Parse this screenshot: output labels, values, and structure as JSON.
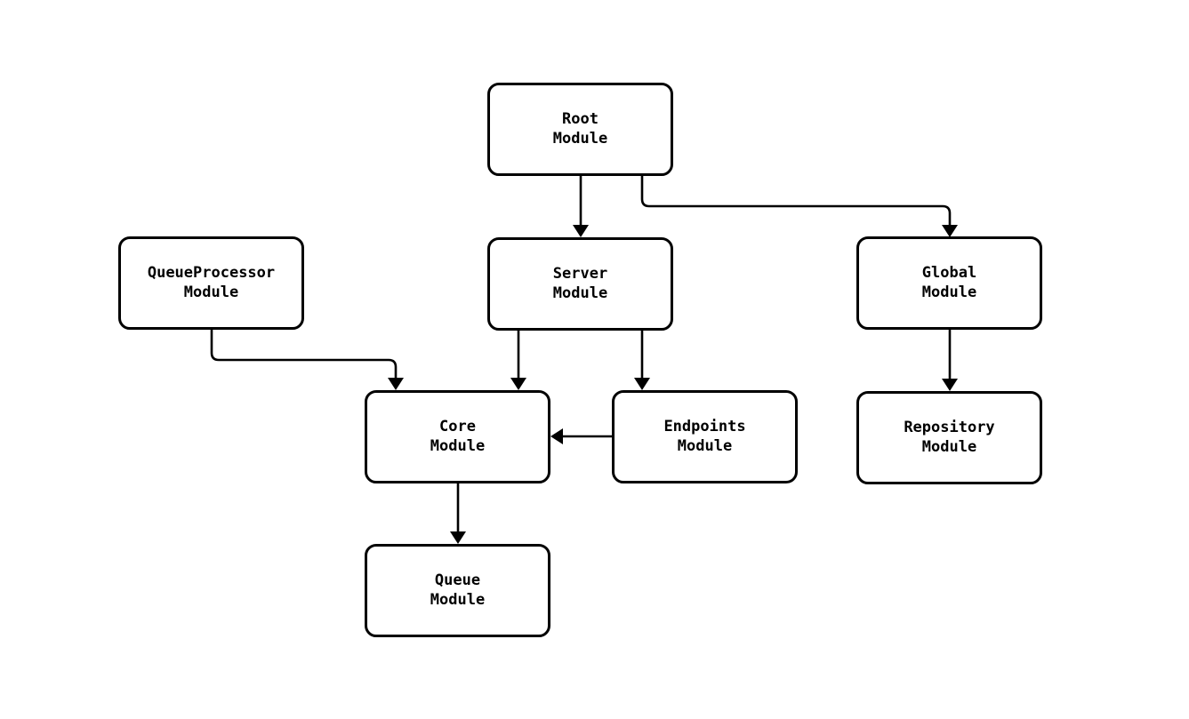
{
  "diagram": {
    "type": "flowchart-module-dependency",
    "nodes": [
      {
        "id": "root",
        "line1": "Root",
        "line2": "Module"
      },
      {
        "id": "queueprocessor",
        "line1": "QueueProcessor",
        "line2": "Module"
      },
      {
        "id": "server",
        "line1": "Server",
        "line2": "Module"
      },
      {
        "id": "global",
        "line1": "Global",
        "line2": "Module"
      },
      {
        "id": "core",
        "line1": "Core",
        "line2": "Module"
      },
      {
        "id": "endpoints",
        "line1": "Endpoints",
        "line2": "Module"
      },
      {
        "id": "repository",
        "line1": "Repository",
        "line2": "Module"
      },
      {
        "id": "queue",
        "line1": "Queue",
        "line2": "Module"
      }
    ],
    "edges": [
      {
        "from": "Root Module",
        "to": "Server Module"
      },
      {
        "from": "Root Module",
        "to": "Global Module"
      },
      {
        "from": "QueueProcessor Module",
        "to": "Core Module"
      },
      {
        "from": "Server Module",
        "to": "Core Module"
      },
      {
        "from": "Server Module",
        "to": "Endpoints Module"
      },
      {
        "from": "Endpoints Module",
        "to": "Core Module"
      },
      {
        "from": "Core Module",
        "to": "Queue Module"
      },
      {
        "from": "Global Module",
        "to": "Repository Module"
      }
    ],
    "colors": {
      "background": "#ffffff",
      "node_fill": "#ffffff",
      "node_border": "#000000",
      "edge": "#000000",
      "text": "#000000"
    }
  }
}
